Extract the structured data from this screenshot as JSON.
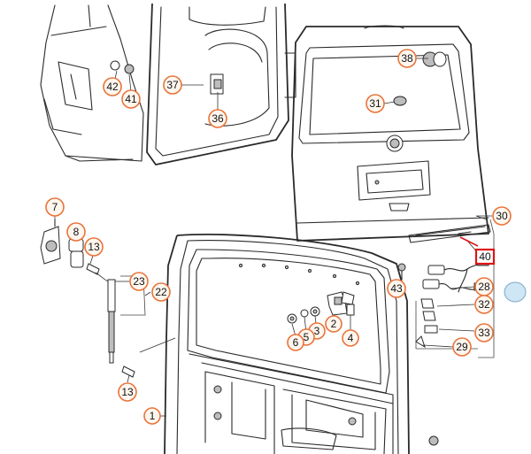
{
  "callouts": [
    {
      "id": "42",
      "label": "42"
    },
    {
      "id": "41",
      "label": "41"
    },
    {
      "id": "37",
      "label": "37"
    },
    {
      "id": "36",
      "label": "36"
    },
    {
      "id": "38",
      "label": "38"
    },
    {
      "id": "31",
      "label": "31"
    },
    {
      "id": "30",
      "label": "30"
    },
    {
      "id": "40",
      "label": "40",
      "highlighted": true
    },
    {
      "id": "43",
      "label": "43"
    },
    {
      "id": "28",
      "label": "28"
    },
    {
      "id": "32",
      "label": "32"
    },
    {
      "id": "33",
      "label": "33"
    },
    {
      "id": "29",
      "label": "29"
    },
    {
      "id": "7",
      "label": "7"
    },
    {
      "id": "8",
      "label": "8"
    },
    {
      "id": "13a",
      "label": "13"
    },
    {
      "id": "23",
      "label": "23"
    },
    {
      "id": "22",
      "label": "22"
    },
    {
      "id": "13b",
      "label": "13"
    },
    {
      "id": "2",
      "label": "2"
    },
    {
      "id": "3",
      "label": "3"
    },
    {
      "id": "4",
      "label": "4"
    },
    {
      "id": "5",
      "label": "5"
    },
    {
      "id": "6",
      "label": "6"
    },
    {
      "id": "1",
      "label": "1"
    }
  ],
  "colors": {
    "callout_border": "#e8743b",
    "highlight_border": "#e01414",
    "line": "#2a2a2a",
    "connector_cap": "#cfe6f5"
  }
}
